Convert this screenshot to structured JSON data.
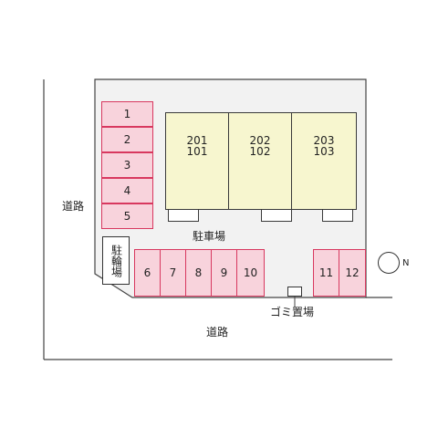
{
  "labels": {
    "road_west": "道路",
    "road_south": "道路",
    "parking": "駐車場",
    "bicycle_parking": "駐輪場",
    "garbage": "ゴミ置場",
    "compass_n": "N"
  },
  "parking_left": [
    "1",
    "2",
    "3",
    "4",
    "5"
  ],
  "parking_bottom": [
    "6",
    "7",
    "8",
    "9",
    "10"
  ],
  "parking_right": [
    "11",
    "12"
  ],
  "units": [
    {
      "top": "201",
      "bottom": "101"
    },
    {
      "top": "202",
      "bottom": "102"
    },
    {
      "top": "203",
      "bottom": "103"
    }
  ],
  "colors": {
    "parking_fill": "#f8d3dc",
    "parking_border": "#d8385f",
    "building_fill": "#f7f6cf",
    "lot_fill": "#f2f2f2"
  }
}
